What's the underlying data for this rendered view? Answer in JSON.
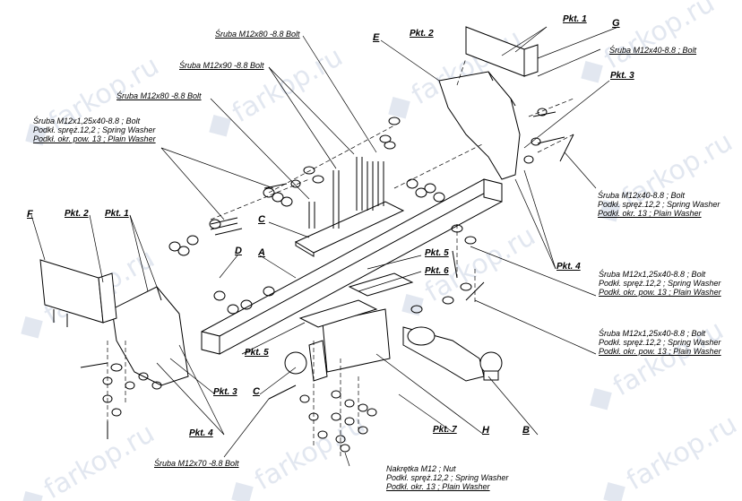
{
  "watermark": "farkop.ru",
  "parts": {
    "A": "A",
    "B": "B",
    "C_top": "C",
    "C_bottom": "C",
    "D": "D",
    "E": "E",
    "F": "F",
    "G": "G",
    "H": "H"
  },
  "points": {
    "pkt1_top": "Pkt. 1",
    "pkt2_top": "Pkt. 2",
    "pkt3_right": "Pkt. 3",
    "pkt4_right": "Pkt. 4",
    "pkt2_left": "Pkt. 2",
    "pkt1_left": "Pkt. 1",
    "pkt5_mid": "Pkt. 5",
    "pkt6_mid": "Pkt. 6",
    "pkt5_low": "Pkt. 5",
    "pkt3_left": "Pkt. 3",
    "pkt4_left": "Pkt. 4",
    "pkt7": "Pkt. 7"
  },
  "callouts": {
    "bolt_top_m12x80": "Śruba M12x80 -8.8 Bolt",
    "bolt_m12x90": "Śruba M12x90 -8.8 Bolt",
    "bolt_m12x80_left": "Śruba M12x80 -8.8 Bolt",
    "bolt_m12x40_top": "Śruba M12x40-8.8 ;  Bolt",
    "left_group": [
      "Śruba M12x1,25x40-8.8 ;  Bolt",
      "Podkł. spręż.12,2 ; Spring Washer",
      "Podkł. okr. pow. 13 ; Plain Washer"
    ],
    "right_group_1": [
      "Śruba M12x40-8.8 ;  Bolt",
      "Podkł. spręż.12,2 ; Spring Washer",
      "Podkł. okr. 13 ; Plain Washer"
    ],
    "right_group_2": [
      "Śruba M12x1,25x40-8.8 ;  Bolt",
      "Podkł. spręż.12,2 ; Spring Washer",
      "Podkł. okr. pow. 13 ; Plain Washer"
    ],
    "right_group_3": [
      "Śruba M12x1,25x40-8.8 ;  Bolt",
      "Podkł. spręż.12,2 ; Spring Washer",
      "Podkł. okr. pow. 13 ; Plain Washer"
    ],
    "bolt_m12x70": "Śruba M12x70 -8.8 Bolt",
    "nut_group": [
      "Nakrętka  M12 ; Nut",
      "Podkł. spręż.12,2 ; Spring Washer",
      "Podkł. okr. 13 ; Plain Washer"
    ]
  }
}
